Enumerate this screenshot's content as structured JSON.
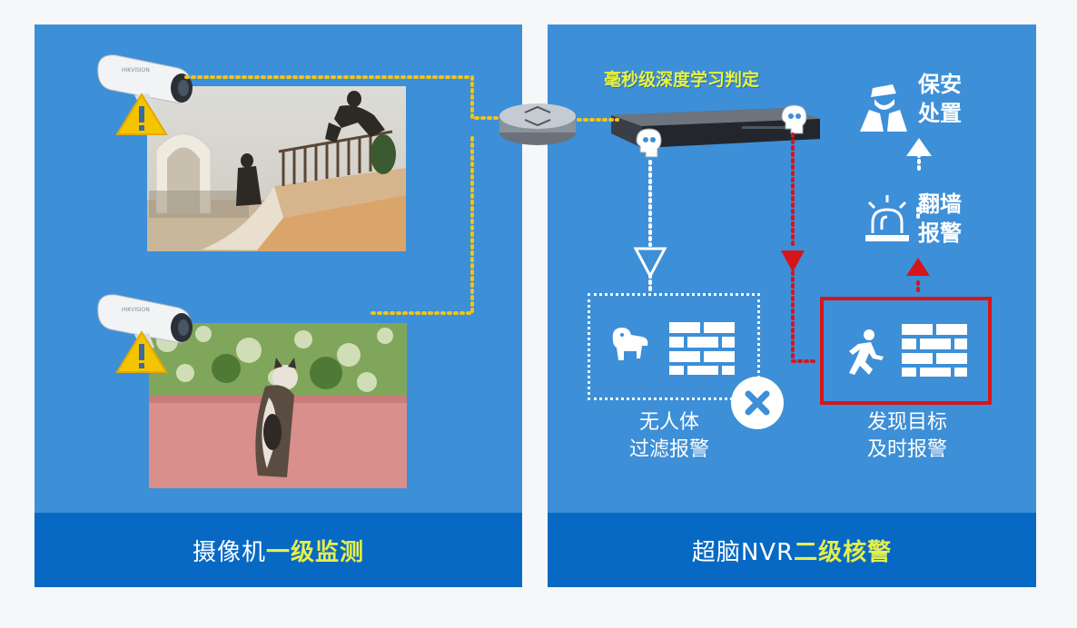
{
  "left_panel": {
    "footer_prefix": "摄像机",
    "footer_highlight": "一级监测"
  },
  "right_panel": {
    "top_label": "毫秒级深度学习判定",
    "guard_label": [
      "保安",
      "处置"
    ],
    "alarm_label": [
      "翻墙",
      "报警"
    ],
    "filter_label": [
      "无人体",
      "过滤报警"
    ],
    "detect_label": [
      "发现目标",
      "及时报警"
    ],
    "footer_prefix": "超脑NVR",
    "footer_highlight": "二级核警"
  },
  "colors": {
    "panel_blue": "#3d8fd7",
    "footer_blue": "#0869c4",
    "highlight_yellow": "#e6ef4a",
    "dotted_line": "#f0c419",
    "alert_red": "#d8141b",
    "warning_yellow": "#f5c400"
  },
  "icons": [
    "camera-icon",
    "warning-icon",
    "network-switch-icon",
    "nvr-device-icon",
    "ai-brain-icon",
    "dog-icon",
    "wall-icon",
    "reject-x-icon",
    "running-person-icon",
    "alarm-light-icon",
    "security-guard-icon"
  ]
}
